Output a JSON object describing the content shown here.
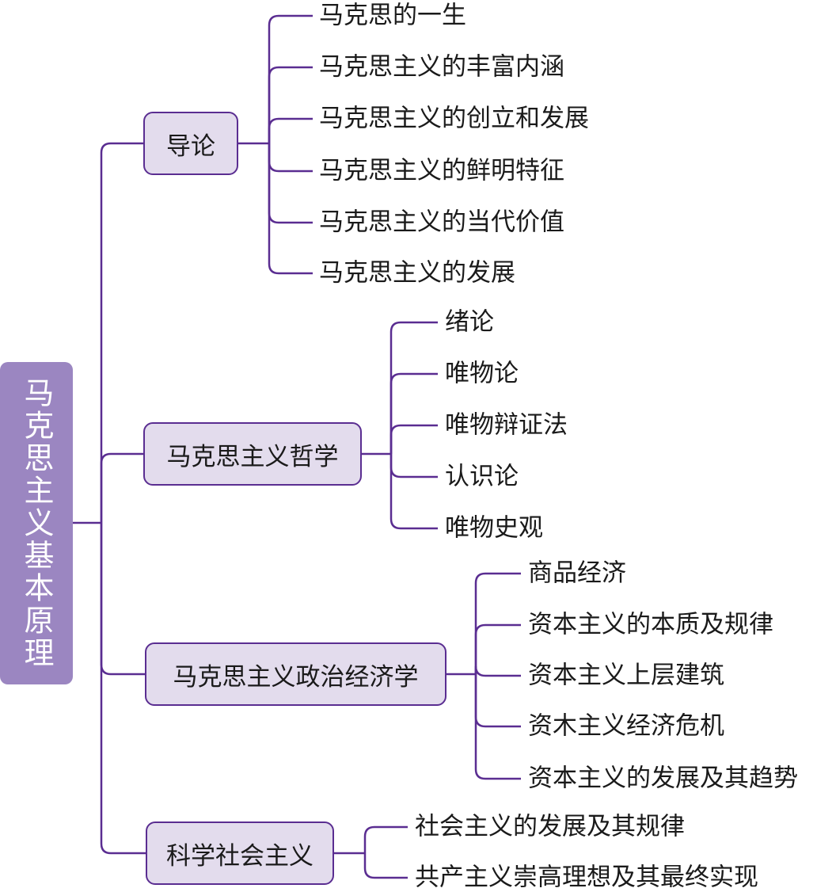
{
  "colors": {
    "root_fill": "#9b86c1",
    "branch_fill": "#e3dced",
    "line": "#5a2d91",
    "text": "#1a1a1a",
    "root_text": "#ffffff"
  },
  "root": {
    "label": "马克思主义基本原理"
  },
  "branches": [
    {
      "label": "导论",
      "children": [
        "马克思的一生",
        "马克思主义的丰富内涵",
        "马克思主义的创立和发展",
        "马克思主义的鲜明特征",
        "马克思主义的当代价值",
        "马克思主义的发展"
      ]
    },
    {
      "label": "马克思主义哲学",
      "children": [
        "绪论",
        "唯物论",
        "唯物辩证法",
        "认识论",
        "唯物史观"
      ]
    },
    {
      "label": "马克思主义政治经济学",
      "children": [
        "商品经济",
        "资本主义的本质及规律",
        "资本主义上层建筑",
        "资木主义经济危机",
        "资本主义的发展及其趋势"
      ]
    },
    {
      "label": "科学社会主义",
      "children": [
        "社会主义的发展及其规律",
        "共产主义崇高理想及其最终实现"
      ]
    }
  ]
}
